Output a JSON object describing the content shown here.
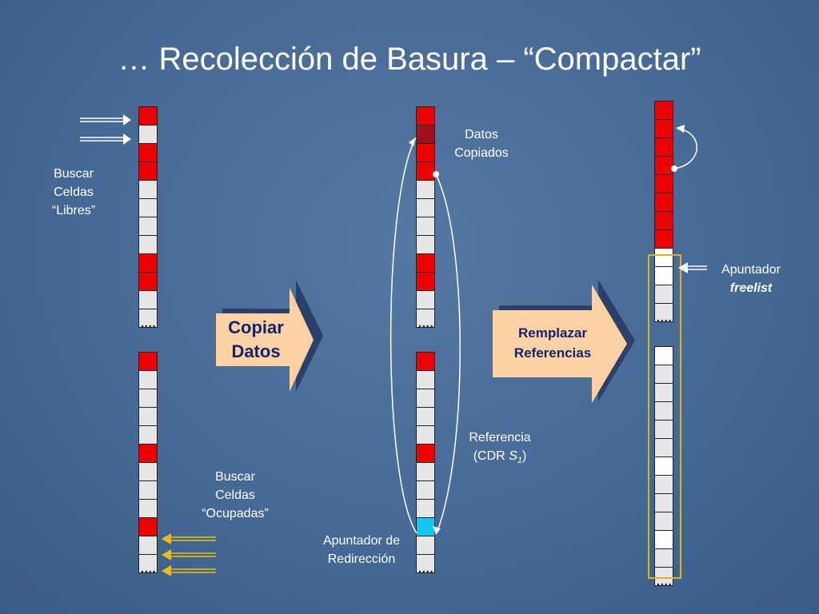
{
  "slide": {
    "title": "… Recolección de Basura – “Compactar”"
  },
  "labels": {
    "buscar_libres": [
      "Buscar",
      "Celdas",
      "“Libres”"
    ],
    "buscar_ocupadas": [
      "Buscar",
      "Celdas",
      "“Ocupadas”"
    ],
    "datos_copiados": [
      "Datos",
      "Copiados"
    ],
    "referencia": "Referencia",
    "referencia_cdr": "(CDR ",
    "referencia_s": "S",
    "referencia_sub": "1",
    "referencia_close": ")",
    "apuntador_redireccion": [
      "Apuntador de",
      "Redirección"
    ],
    "apuntador_freelist": "Apuntador",
    "freelist": "freelist"
  },
  "steps": {
    "copiar": [
      "Copiar",
      "Datos"
    ],
    "remplazar": [
      "Remplazar",
      "Referencias"
    ]
  },
  "columns": {
    "col1_top": [
      "r",
      "w",
      "r",
      "r",
      "w",
      "w",
      "w",
      "w",
      "r",
      "r",
      "w",
      "dots"
    ],
    "col1_bottom": [
      "r",
      "w",
      "w",
      "w",
      "w",
      "r",
      "w",
      "w",
      "w",
      "r",
      "w",
      "dots"
    ],
    "col2_top": [
      "r",
      "d",
      "r",
      "r",
      "w",
      "w",
      "w",
      "w",
      "r",
      "r",
      "w",
      "dots"
    ],
    "col2_bottom": [
      "r",
      "w",
      "w",
      "w",
      "w",
      "r",
      "w",
      "w",
      "w",
      "c",
      "w",
      "dots"
    ],
    "col3_top": [
      "r",
      "r",
      "r",
      "r",
      "r",
      "r",
      "r",
      "r",
      "ww",
      "ww",
      "w",
      "dots"
    ],
    "col3_bottom": [
      "ww",
      "w",
      "w",
      "w",
      "w",
      "w",
      "ww",
      "w",
      "w",
      "w",
      "ww",
      "w",
      "dots"
    ]
  },
  "colors": {
    "occupied": "#ee0000",
    "copied": "#a01020",
    "redirect": "#12c7f0",
    "free": "#e6e6e6",
    "freelist_box": "#e0b020",
    "search_arrow_yellow": "#f0c000",
    "step_fill": "#fcd1a4",
    "step_text": "#13236a"
  }
}
